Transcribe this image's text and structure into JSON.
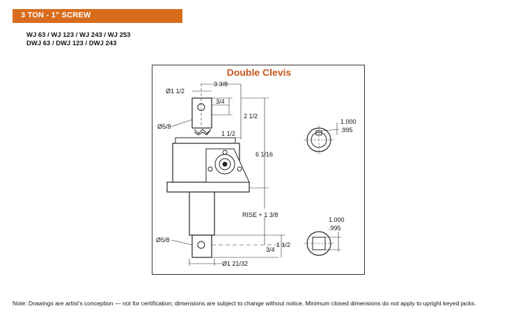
{
  "header": {
    "title": "3 TON - 1\" SCREW"
  },
  "models": {
    "line1": "WJ 63 / WJ 123 / WJ 243 / WJ 253",
    "line2": "DWJ 63 / DWJ 123 / DWJ 243"
  },
  "drawing": {
    "title": "Double Clevis",
    "dims": {
      "d_1_1_2": "Ø1 1/2",
      "d_3_3_8": "3 3/8",
      "d_3_4_top": "3/4",
      "d_2_1_2": "2 1/2",
      "d_5_8_top": "Ø5/8",
      "d_1_1_2_b": "1 1/2",
      "d_6_1_16": "6 1/16",
      "rise": "RISE + 1 3/8",
      "d_5_8_bottom": "Ø5/8",
      "d_1_1_2_c": "1 1/2",
      "d_3_4_bottom": "3/4",
      "d_1_21_32": "Ø1 21/32"
    },
    "keys": {
      "top_upper": "1.000",
      "top_lower": ".995",
      "bottom_upper": "1.000",
      "bottom_lower": ".995"
    }
  },
  "footer": {
    "note": "Note: Drawings are artist’s conception — not for certification; dimensions are subject to change without notice. Minimum closed dimensions do not apply to upright keyed jacks."
  },
  "colors": {
    "accent": "#d86c1c",
    "title": "#c8561a"
  }
}
